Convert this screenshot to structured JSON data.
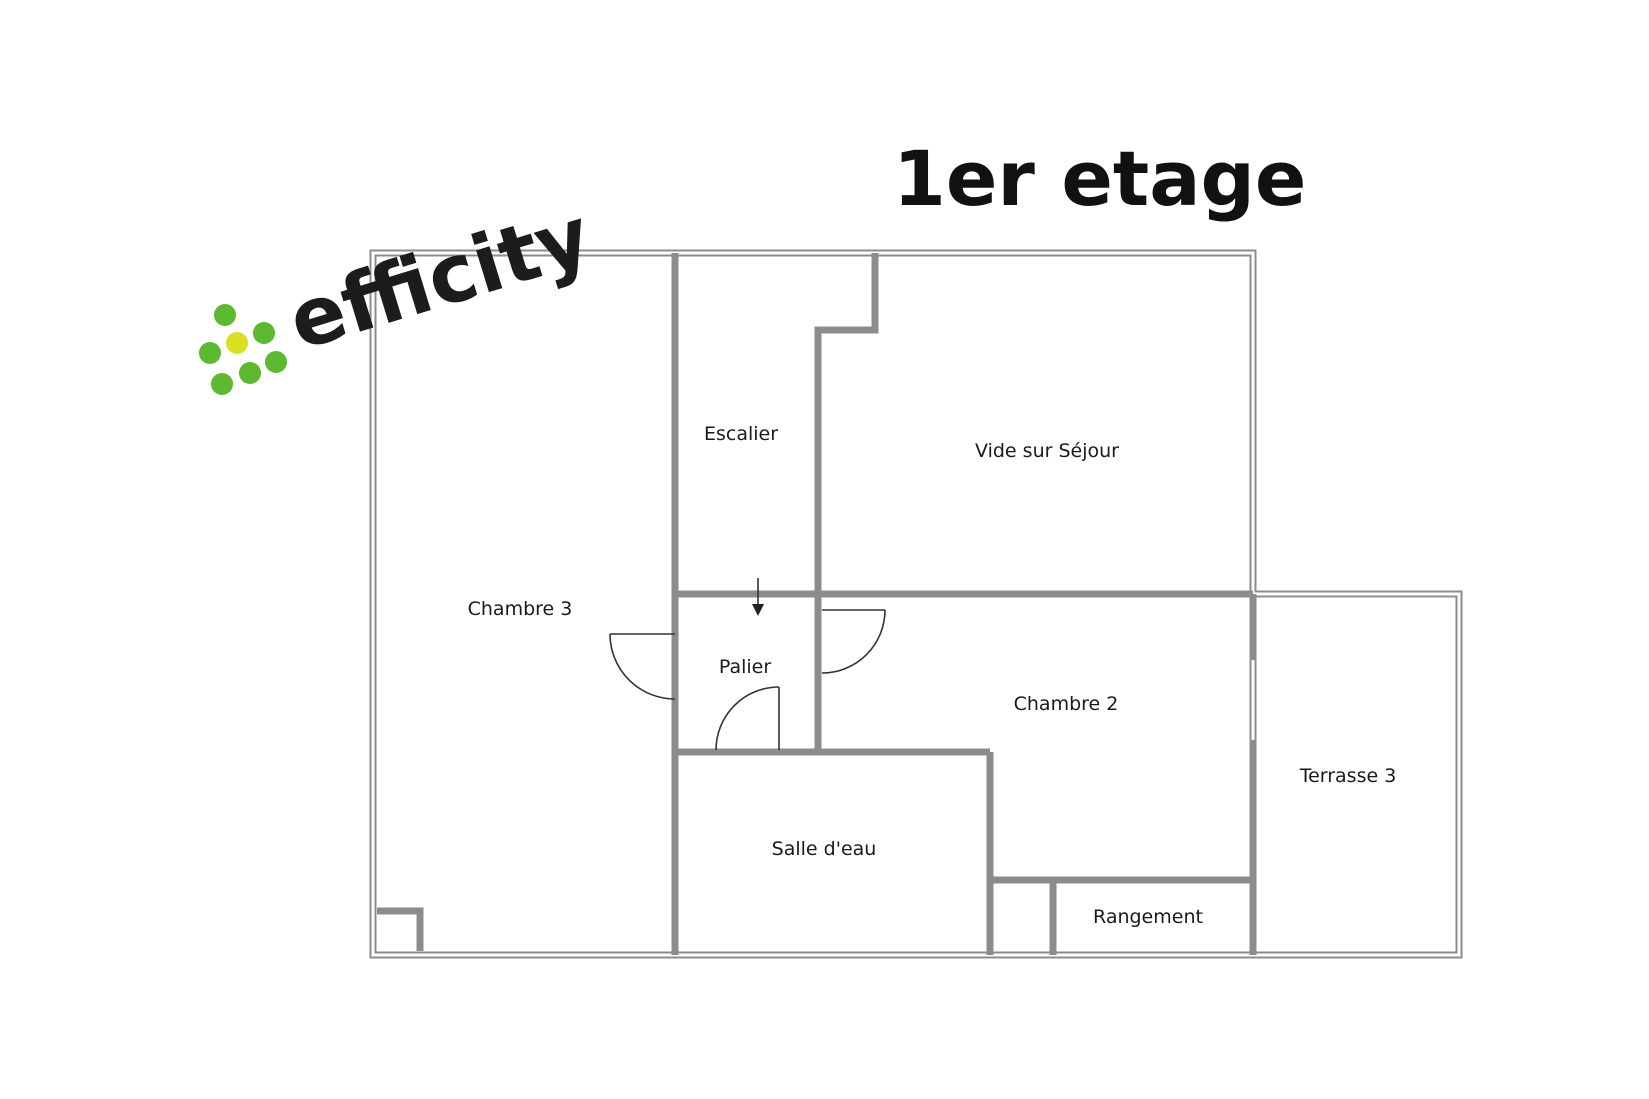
{
  "floor": {
    "title": "1er etage"
  },
  "logo": {
    "text": "efficity",
    "dot_green": "#5cb82e",
    "dot_yellow": "#d9e021"
  },
  "rooms": {
    "chambre3": "Chambre 3",
    "escalier": "Escalier",
    "vide_sejour": "Vide sur Séjour",
    "palier": "Palier",
    "chambre2": "Chambre 2",
    "terrasse3": "Terrasse 3",
    "salle_eau": "Salle  d'eau",
    "rangement": "Rangement"
  },
  "colors": {
    "wall": "#8c8c8c",
    "text": "#1a1a1a"
  }
}
